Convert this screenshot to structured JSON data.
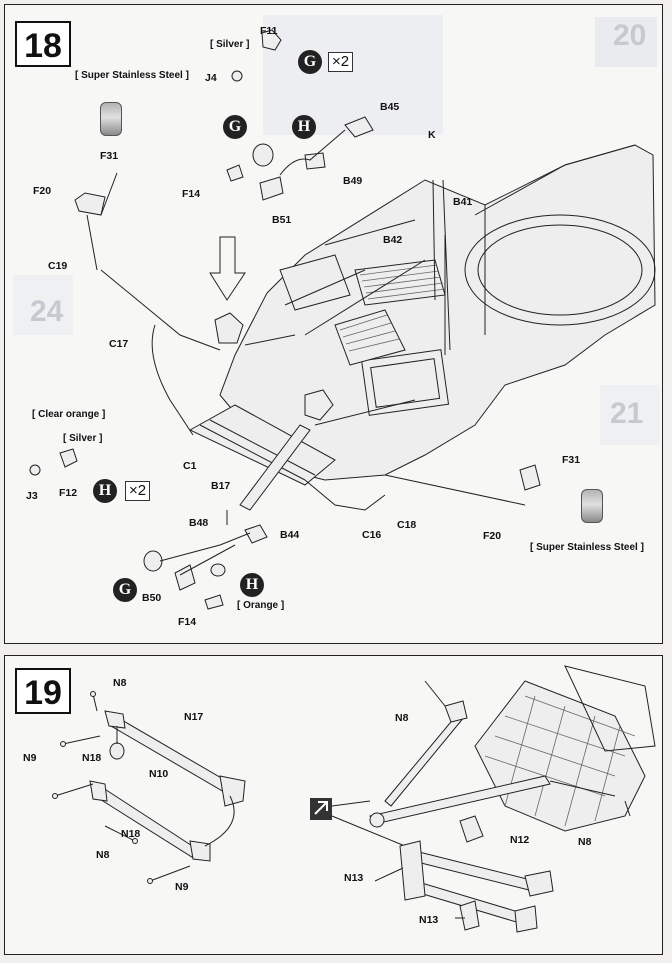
{
  "step18": {
    "number": "18",
    "ghost_number": "20",
    "ghost_number_2": "24",
    "ghost_number_3": "21",
    "notes": {
      "silver_top": "[ Silver ]",
      "super_stainless_left": "[ Super Stainless Steel ]",
      "clear_orange": "[ Clear orange ]",
      "silver_left": "[ Silver ]",
      "orange": "[ Orange ]",
      "super_stainless_right": "[ Super Stainless Steel ]"
    },
    "badges": {
      "g_top": "G",
      "g_mid": "G",
      "h_mid": "H",
      "h_left": "H",
      "g_bottom": "G",
      "h_bottom": "H"
    },
    "multipliers": {
      "g_top": "×2",
      "h_left": "×2"
    },
    "labels": {
      "F11": "F11",
      "J4": "J4",
      "B45": "B45",
      "F31_left": "F31",
      "F20_left": "F20",
      "C19": "C19",
      "F14_top": "F14",
      "B49": "B49",
      "B51": "B51",
      "K": "K",
      "B41": "B41",
      "B42": "B42",
      "C17": "C17",
      "J3": "J3",
      "F12": "F12",
      "C1": "C1",
      "B17": "B17",
      "B48": "B48",
      "B44": "B44",
      "B50": "B50",
      "F14_bottom": "F14",
      "C16": "C16",
      "C18": "C18",
      "F20_right": "F20",
      "F31_right": "F31"
    }
  },
  "step19": {
    "number": "19",
    "labels": {
      "N8_a": "N8",
      "N17": "N17",
      "N9_a": "N9",
      "N18_a": "N18",
      "N10": "N10",
      "N18_b": "N18",
      "N8_b": "N8",
      "N9_b": "N9",
      "N8_c": "N8",
      "N8_d": "N8",
      "N12": "N12",
      "N13_a": "N13",
      "N13_b": "N13"
    }
  }
}
